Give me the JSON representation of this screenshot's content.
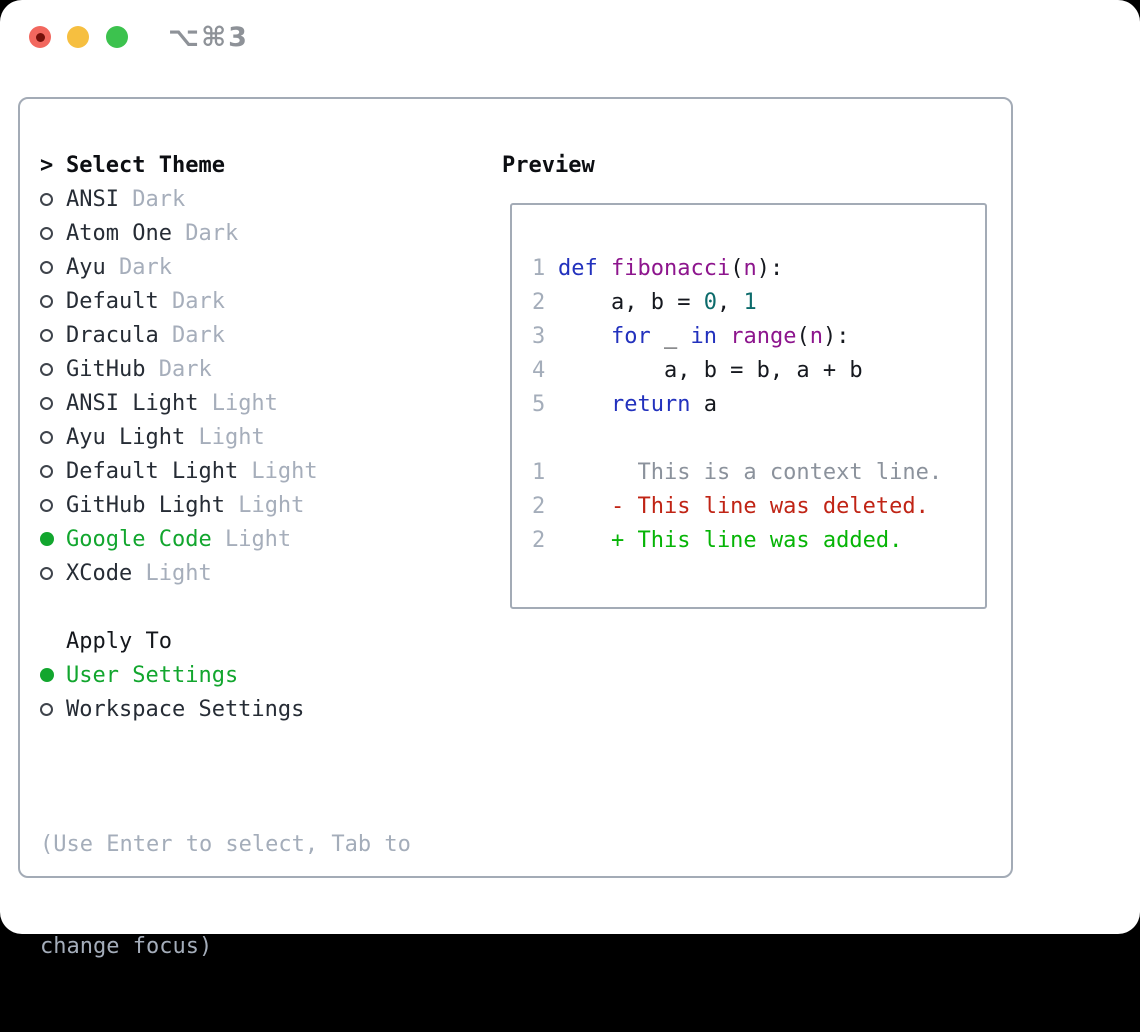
{
  "window": {
    "shortcut_label": "⌥⌘3"
  },
  "traffic_lights": [
    {
      "name": "close",
      "color": "#f2675e",
      "dot": "#75100a"
    },
    {
      "name": "minimize",
      "color": "#f6bf40"
    },
    {
      "name": "zoom",
      "color": "#3cc24e"
    }
  ],
  "theme_picker": {
    "header_prefix": ">",
    "header": "Select Theme",
    "items": [
      {
        "name": "ANSI",
        "variant": "Dark",
        "selected": false
      },
      {
        "name": "Atom One",
        "variant": "Dark",
        "selected": false
      },
      {
        "name": "Ayu",
        "variant": "Dark",
        "selected": false
      },
      {
        "name": "Default",
        "variant": "Dark",
        "selected": false
      },
      {
        "name": "Dracula",
        "variant": "Dark",
        "selected": false
      },
      {
        "name": "GitHub",
        "variant": "Dark",
        "selected": false
      },
      {
        "name": "ANSI Light",
        "variant": "Light",
        "selected": false
      },
      {
        "name": "Ayu Light",
        "variant": "Light",
        "selected": false
      },
      {
        "name": "Default Light",
        "variant": "Light",
        "selected": false
      },
      {
        "name": "GitHub Light",
        "variant": "Light",
        "selected": false
      },
      {
        "name": "Google Code",
        "variant": "Light",
        "selected": true
      },
      {
        "name": "XCode",
        "variant": "Light",
        "selected": false
      }
    ]
  },
  "apply_to": {
    "header": "Apply To",
    "options": [
      {
        "name": "User Settings",
        "selected": true
      },
      {
        "name": "Workspace Settings",
        "selected": false
      }
    ]
  },
  "help_text": {
    "line1": "(Use Enter to select, Tab to",
    "line2": "change focus)"
  },
  "preview": {
    "header": "Preview",
    "lines": [
      {
        "num": "1",
        "tokens": [
          [
            "def",
            "kw"
          ],
          [
            " ",
            "pl"
          ],
          [
            "fibonacci",
            "fn"
          ],
          [
            "(",
            "pl"
          ],
          [
            "n",
            "fn"
          ],
          [
            "):",
            "pl"
          ]
        ]
      },
      {
        "num": "2",
        "tokens": [
          [
            "    a, b = ",
            "pl"
          ],
          [
            "0",
            "num"
          ],
          [
            ", ",
            "pl"
          ],
          [
            "1",
            "num"
          ]
        ]
      },
      {
        "num": "3",
        "tokens": [
          [
            "    ",
            "pl"
          ],
          [
            "for",
            "kw"
          ],
          [
            " _ ",
            "pl"
          ],
          [
            "in",
            "kw"
          ],
          [
            " ",
            "pl"
          ],
          [
            "range",
            "fn"
          ],
          [
            "(",
            "pl"
          ],
          [
            "n",
            "fn"
          ],
          [
            "):",
            "pl"
          ]
        ]
      },
      {
        "num": "4",
        "tokens": [
          [
            "        a, b = b, a + b",
            "pl"
          ]
        ]
      },
      {
        "num": "5",
        "tokens": [
          [
            "    ",
            "pl"
          ],
          [
            "return",
            "kw"
          ],
          [
            " a",
            "pl"
          ]
        ]
      },
      {
        "num": "",
        "tokens": []
      },
      {
        "num": "1",
        "tokens": [
          [
            "      This is a context line.",
            "ctx"
          ]
        ]
      },
      {
        "num": "2",
        "tokens": [
          [
            "    - This line was deleted.",
            "del"
          ]
        ]
      },
      {
        "num": "2",
        "tokens": [
          [
            "    + This line was added.",
            "add"
          ]
        ]
      }
    ]
  },
  "colors": {
    "keyword": "#2231bd",
    "function": "#8d158d",
    "number": "#0c6b6b",
    "plain": "#15181e",
    "line_number": "#a4adba",
    "context": "#8b929c",
    "deleted": "#c02415",
    "added": "#06b406",
    "selected_green": "#12a62e",
    "variant_gray": "#a6aebb",
    "item_text": "#262c35",
    "border": "#a3abb6",
    "help": "#a4adba",
    "shortcut": "#8e9298",
    "tl_red": "#f2675e",
    "tl_red_dot": "#75100a",
    "tl_yellow": "#f6bf40",
    "tl_green": "#3cc24e"
  }
}
